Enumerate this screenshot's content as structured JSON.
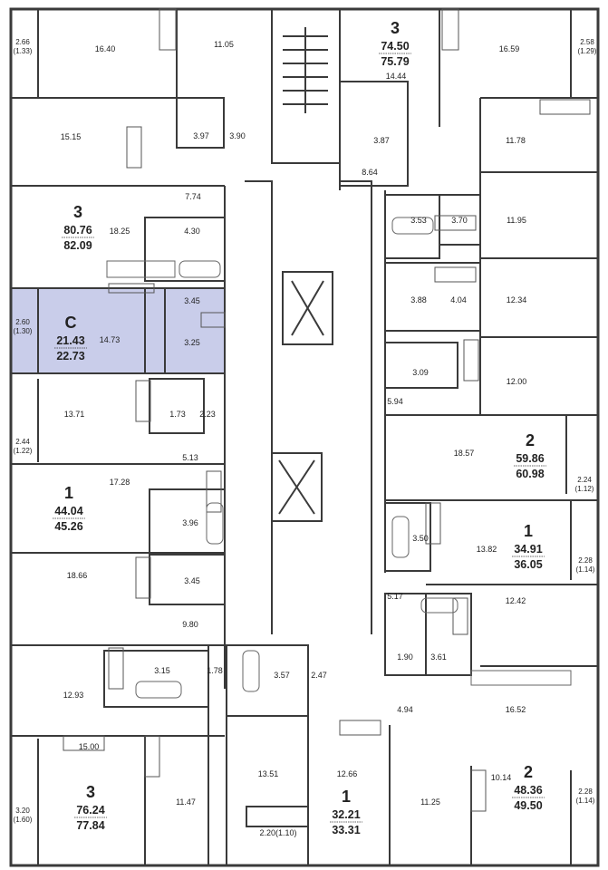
{
  "highlight_color": "#c9cdea",
  "wall_color": "#3a3a3a",
  "apartments": [
    {
      "id": "a1",
      "rooms": "3",
      "area": "74.50",
      "total": "75.79"
    },
    {
      "id": "a2",
      "rooms": "3",
      "area": "80.76",
      "total": "82.09"
    },
    {
      "id": "a3",
      "rooms": "С",
      "area": "21.43",
      "total": "22.73"
    },
    {
      "id": "a4",
      "rooms": "1",
      "area": "44.04",
      "total": "45.26"
    },
    {
      "id": "a5",
      "rooms": "2",
      "area": "59.86",
      "total": "60.98"
    },
    {
      "id": "a6",
      "rooms": "1",
      "area": "34.91",
      "total": "36.05"
    },
    {
      "id": "a7",
      "rooms": "3",
      "area": "76.24",
      "total": "77.84"
    },
    {
      "id": "a8",
      "rooms": "1",
      "area": "32.21",
      "total": "33.31"
    },
    {
      "id": "a9",
      "rooms": "2",
      "area": "48.36",
      "total": "49.50"
    }
  ],
  "room_areas": [
    {
      "id": "r1",
      "text": "16.40"
    },
    {
      "id": "r2",
      "text": "11.05"
    },
    {
      "id": "r3",
      "text": "16.59"
    },
    {
      "id": "r4",
      "text": "14.44"
    },
    {
      "id": "r5",
      "text": "15.15"
    },
    {
      "id": "r6",
      "text": "3.97"
    },
    {
      "id": "r7",
      "text": "3.90"
    },
    {
      "id": "r8",
      "text": "3.87"
    },
    {
      "id": "r9",
      "text": "11.78"
    },
    {
      "id": "r10",
      "text": "8.64"
    },
    {
      "id": "r11",
      "text": "7.74"
    },
    {
      "id": "r12",
      "text": "18.25"
    },
    {
      "id": "r13",
      "text": "4.30"
    },
    {
      "id": "r14",
      "text": "3.53"
    },
    {
      "id": "r15",
      "text": "3.70"
    },
    {
      "id": "r16",
      "text": "11.95"
    },
    {
      "id": "r17",
      "text": "3.45"
    },
    {
      "id": "r18",
      "text": "14.73"
    },
    {
      "id": "r19",
      "text": "3.25"
    },
    {
      "id": "r20",
      "text": "3.88"
    },
    {
      "id": "r21",
      "text": "4.04"
    },
    {
      "id": "r22",
      "text": "12.34"
    },
    {
      "id": "r23",
      "text": "3.09"
    },
    {
      "id": "r24",
      "text": "12.00"
    },
    {
      "id": "r25",
      "text": "5.94"
    },
    {
      "id": "r26",
      "text": "13.71"
    },
    {
      "id": "r27",
      "text": "1.73"
    },
    {
      "id": "r28",
      "text": "2.23"
    },
    {
      "id": "r29",
      "text": "18.57"
    },
    {
      "id": "r30",
      "text": "5.13"
    },
    {
      "id": "r31",
      "text": "17.28"
    },
    {
      "id": "r32",
      "text": "3.96"
    },
    {
      "id": "r33",
      "text": "3.50"
    },
    {
      "id": "r34",
      "text": "13.82"
    },
    {
      "id": "r35",
      "text": "18.66"
    },
    {
      "id": "r36",
      "text": "3.45"
    },
    {
      "id": "r37",
      "text": "5.17"
    },
    {
      "id": "r38",
      "text": "12.42"
    },
    {
      "id": "r39",
      "text": "9.80"
    },
    {
      "id": "r40",
      "text": "1.90"
    },
    {
      "id": "r41",
      "text": "3.61"
    },
    {
      "id": "r42",
      "text": "3.15"
    },
    {
      "id": "r43",
      "text": "1.78"
    },
    {
      "id": "r44",
      "text": "3.57"
    },
    {
      "id": "r45",
      "text": "2.47"
    },
    {
      "id": "r46",
      "text": "12.93"
    },
    {
      "id": "r47",
      "text": "4.94"
    },
    {
      "id": "r48",
      "text": "16.52"
    },
    {
      "id": "r49",
      "text": "15.00"
    },
    {
      "id": "r50",
      "text": "13.51"
    },
    {
      "id": "r51",
      "text": "12.66"
    },
    {
      "id": "r52",
      "text": "10.14"
    },
    {
      "id": "r53",
      "text": "11.47"
    },
    {
      "id": "r54",
      "text": "11.25"
    },
    {
      "id": "r55",
      "text": "2.20(1.10)"
    }
  ],
  "balconies": [
    {
      "id": "b1",
      "area": "2.66",
      "reduced": "(1.33)"
    },
    {
      "id": "b2",
      "area": "2.58",
      "reduced": "(1.29)"
    },
    {
      "id": "b3",
      "area": "2.60",
      "reduced": "(1.30)"
    },
    {
      "id": "b4",
      "area": "2.44",
      "reduced": "(1.22)"
    },
    {
      "id": "b5",
      "area": "2.24",
      "reduced": "(1.12)"
    },
    {
      "id": "b6",
      "area": "2.28",
      "reduced": "(1.14)"
    },
    {
      "id": "b7",
      "area": "3.20",
      "reduced": "(1.60)"
    },
    {
      "id": "b8",
      "area": "2.28",
      "reduced": "(1.14)"
    }
  ]
}
